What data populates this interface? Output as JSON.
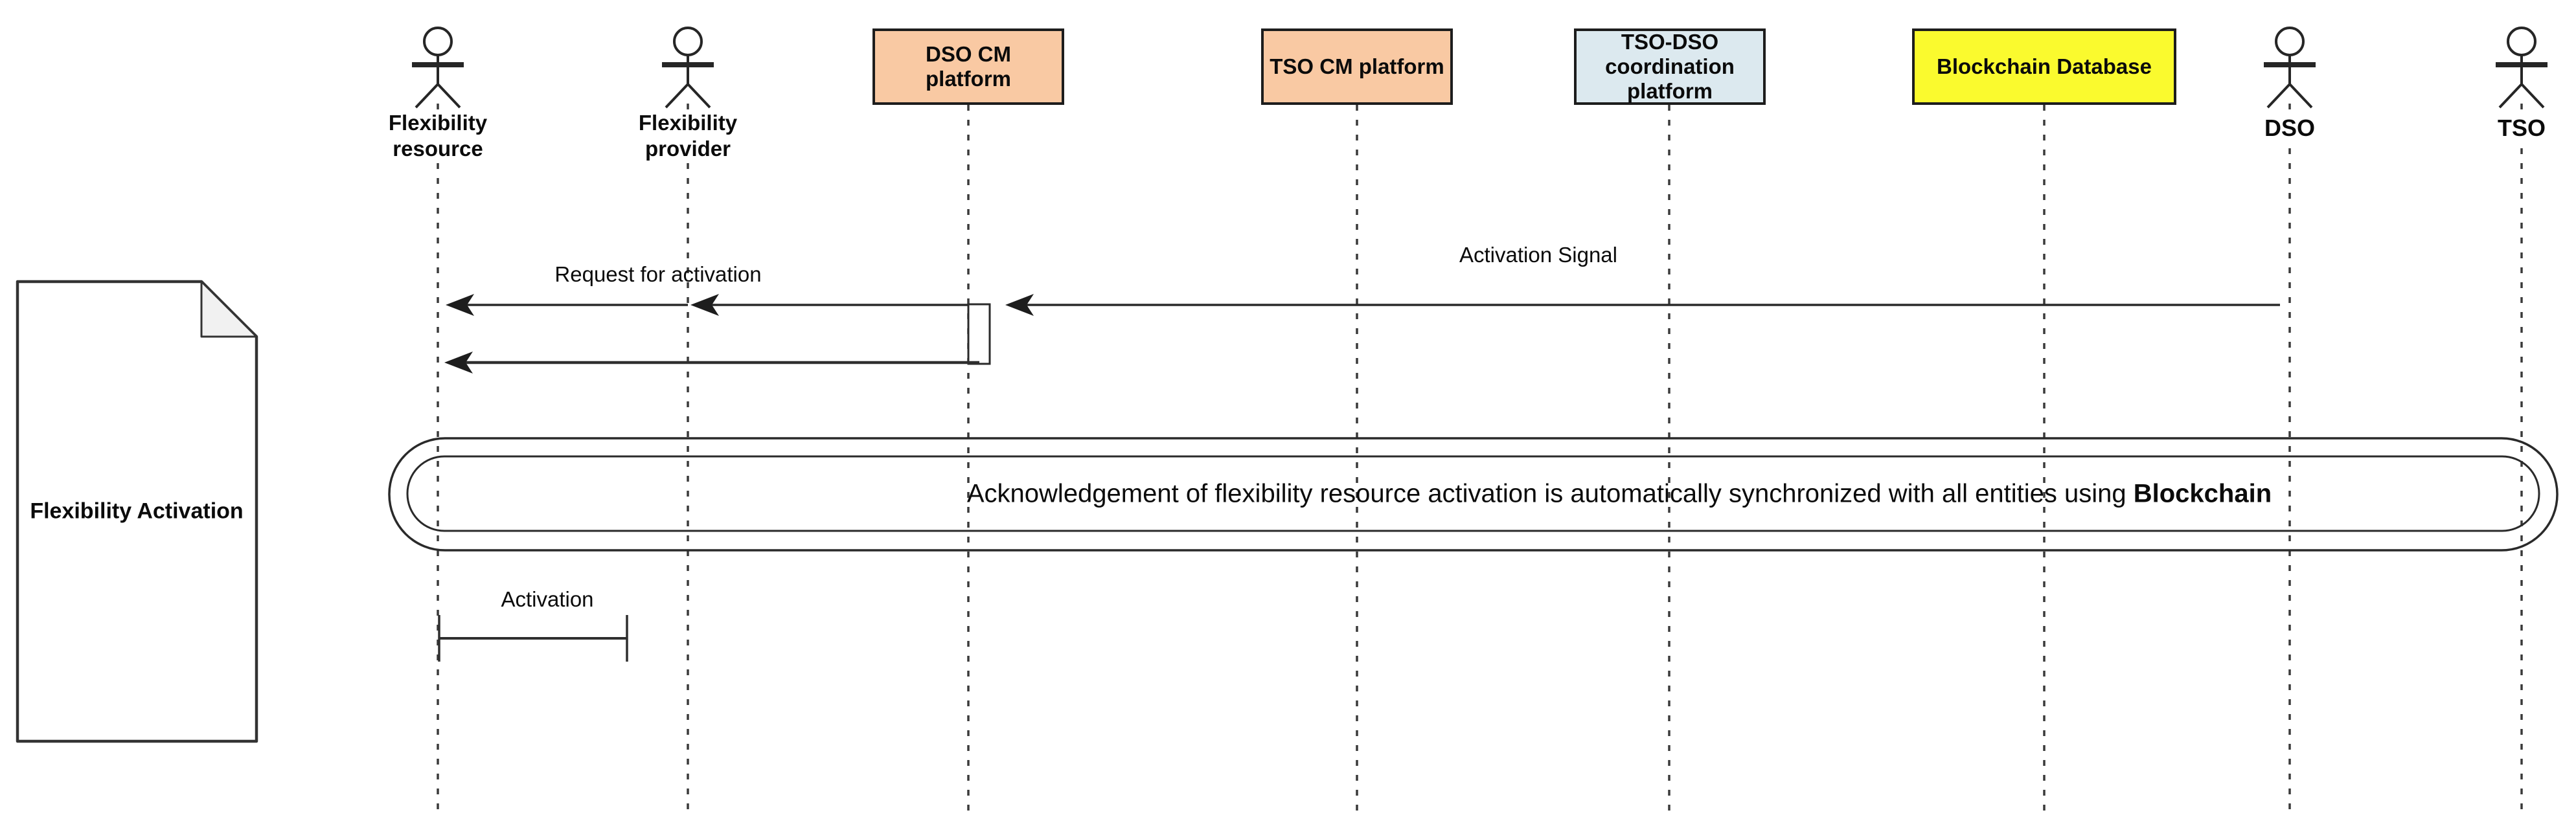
{
  "diagram_title": "Flexibility Activation",
  "actors": [
    {
      "label": "Flexibility\nresource"
    },
    {
      "label": "Flexibility\nprovider"
    },
    {
      "label": "DSO"
    },
    {
      "label": "TSO"
    }
  ],
  "platforms": [
    {
      "label": "DSO CM platform",
      "color": "#F9C9A3"
    },
    {
      "label": "TSO CM platform",
      "color": "#F9C9A3"
    },
    {
      "label": "TSO-DSO coordination platform",
      "color": "#DCE9EF"
    },
    {
      "label": "Blockchain Database",
      "color": "#FAFA2E"
    }
  ],
  "messages": {
    "request": "Request for activation",
    "signal": "Activation Signal",
    "activation": "Activation"
  },
  "sync_note": {
    "prefix": "Acknowledgement of flexibility resource activation is automatically synchronized with all entities using ",
    "emphasis": "Blockchain"
  },
  "document_label": "Flexibility Activation",
  "colors": {
    "line": "#2a2a2a",
    "salmon": "#F9C9A3",
    "light_blue": "#DCE9EF",
    "yellow": "#FAFA2E",
    "background": "#ffffff"
  }
}
